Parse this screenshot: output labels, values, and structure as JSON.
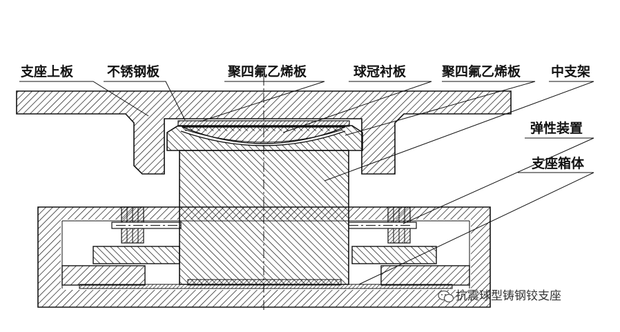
{
  "labels": {
    "support_top_plate": "支座上板",
    "stainless_steel_plate": "不锈钢板",
    "ptfe_plate_top": "聚四氟乙烯板",
    "spherical_cap_liner": "球冠衬板",
    "ptfe_plate_side": "聚四氟乙烯板",
    "middle_frame": "中支架",
    "elastic_device": "弹性装置",
    "support_box": "支座箱体"
  },
  "watermark": {
    "text": "抗震球型铸钢铰支座",
    "icon": "wechat-icon"
  }
}
